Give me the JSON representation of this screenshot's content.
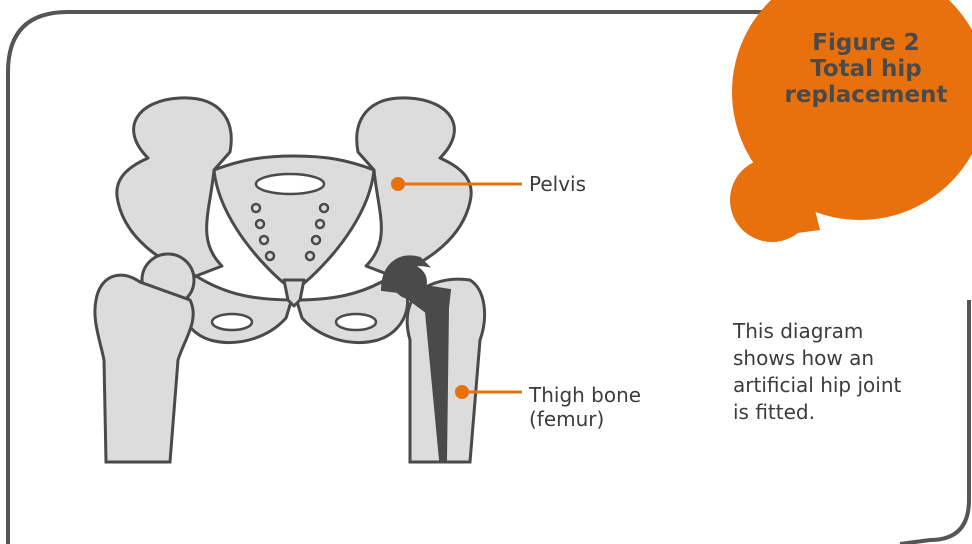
{
  "figure": {
    "title_lines": [
      "Figure 2",
      "Total hip",
      "replacement"
    ]
  },
  "labels": {
    "pelvis": "Pelvis",
    "thigh_bone_lines": [
      "Thigh bone",
      "(femur)"
    ]
  },
  "description_lines": [
    "This diagram",
    "shows how an",
    "artificial hip joint",
    "is fitted."
  ],
  "colors": {
    "accent": "#E8710E",
    "bone": "#DCDCDC",
    "outline": "#4A4A4A",
    "implant": "#4A4A4A"
  }
}
